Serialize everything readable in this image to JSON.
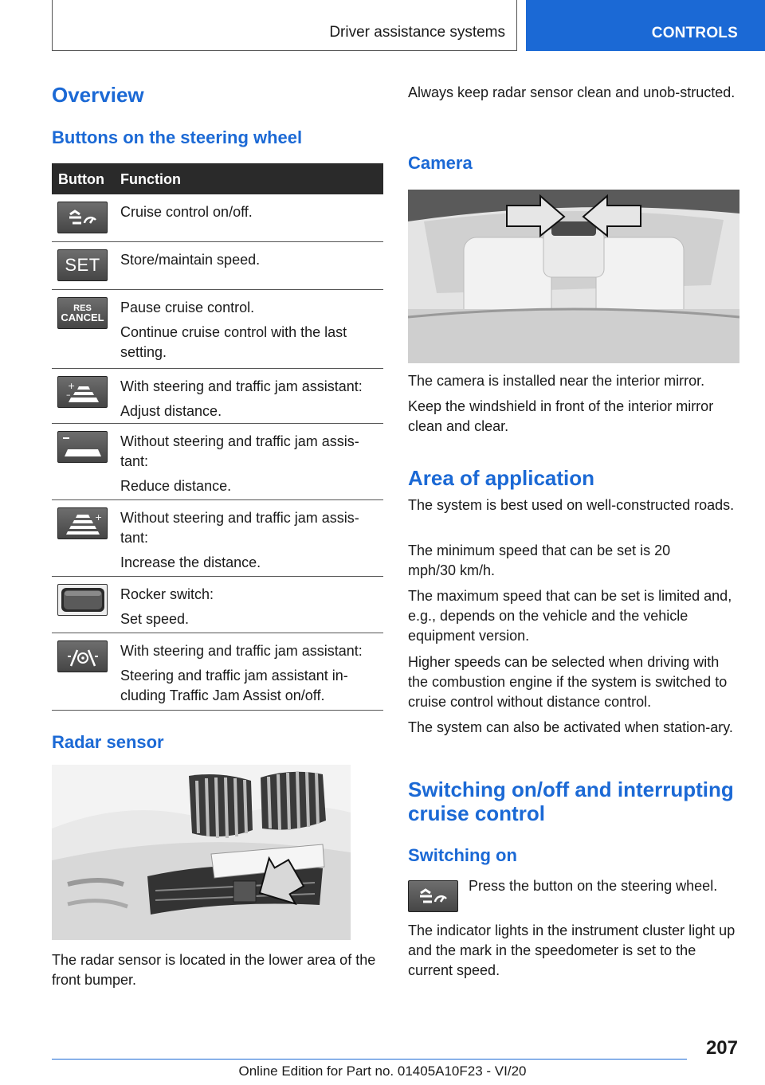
{
  "header": {
    "section": "Driver assistance systems",
    "chapter": "CONTROLS"
  },
  "left": {
    "overview_title": "Overview",
    "buttons_title": "Buttons on the steering wheel",
    "table": {
      "col_button": "Button",
      "col_function": "Function",
      "rows": [
        {
          "icon": "cruise-control-icon",
          "lines": [
            "Cruise control on/off."
          ]
        },
        {
          "icon": "set-button",
          "label": "SET",
          "lines": [
            "Store/maintain speed."
          ]
        },
        {
          "icon": "res-cancel-button",
          "label1": "RES",
          "label2": "CANCEL",
          "lines": [
            "Pause cruise control.",
            "Continue cruise control with the last setting."
          ]
        },
        {
          "icon": "distance-adjust-icon",
          "lines": [
            "With steering and traffic jam assistant:",
            "Adjust distance."
          ]
        },
        {
          "icon": "distance-reduce-icon",
          "lines": [
            "Without steering and traffic jam assis-tant:",
            "Reduce distance."
          ]
        },
        {
          "icon": "distance-increase-icon",
          "lines": [
            "Without steering and traffic jam assis-tant:",
            "Increase the distance."
          ]
        },
        {
          "icon": "rocker-switch-icon",
          "lines": [
            "Rocker switch:",
            "Set speed."
          ]
        },
        {
          "icon": "steering-assistant-icon",
          "lines": [
            "With steering and traffic jam assistant:",
            "Steering and traffic jam assistant in-cluding Traffic Jam Assist on/off."
          ]
        }
      ]
    },
    "radar_title": "Radar sensor",
    "radar_text": "The radar sensor is located in the lower area of the front bumper."
  },
  "right": {
    "radar_clean": "Always keep radar sensor clean and unob-structed.",
    "camera_title": "Camera",
    "camera_p1": "The camera is installed near the interior mirror.",
    "camera_p2": "Keep the windshield in front of the interior mirror clean and clear.",
    "area_title": "Area of application",
    "area_p1": "The system is best used on well-constructed roads.",
    "area_p2": "The minimum speed that can be set is 20 mph/30 km/h.",
    "area_p3": "The maximum speed that can be set is limited and, e.g., depends on the vehicle and the vehicle equipment version.",
    "area_p4": "Higher speeds can be selected when driving with the combustion engine if the system is switched to cruise control without distance control.",
    "area_p5": "The system can also be activated when station-ary.",
    "switch_title": "Switching on/off and interrupting cruise control",
    "switching_on_title": "Switching on",
    "switching_on_text": "Press the button on the steering wheel.",
    "indicator_text": "The indicator lights in the instrument cluster light up and the mark in the speedometer is set to the current speed."
  },
  "footer": {
    "page_number": "207",
    "edition": "Online Edition for Part no. 01405A10F23 - VI/20",
    "watermark": "Online Edition for Part no. 01405A10F23 - VI/20"
  }
}
